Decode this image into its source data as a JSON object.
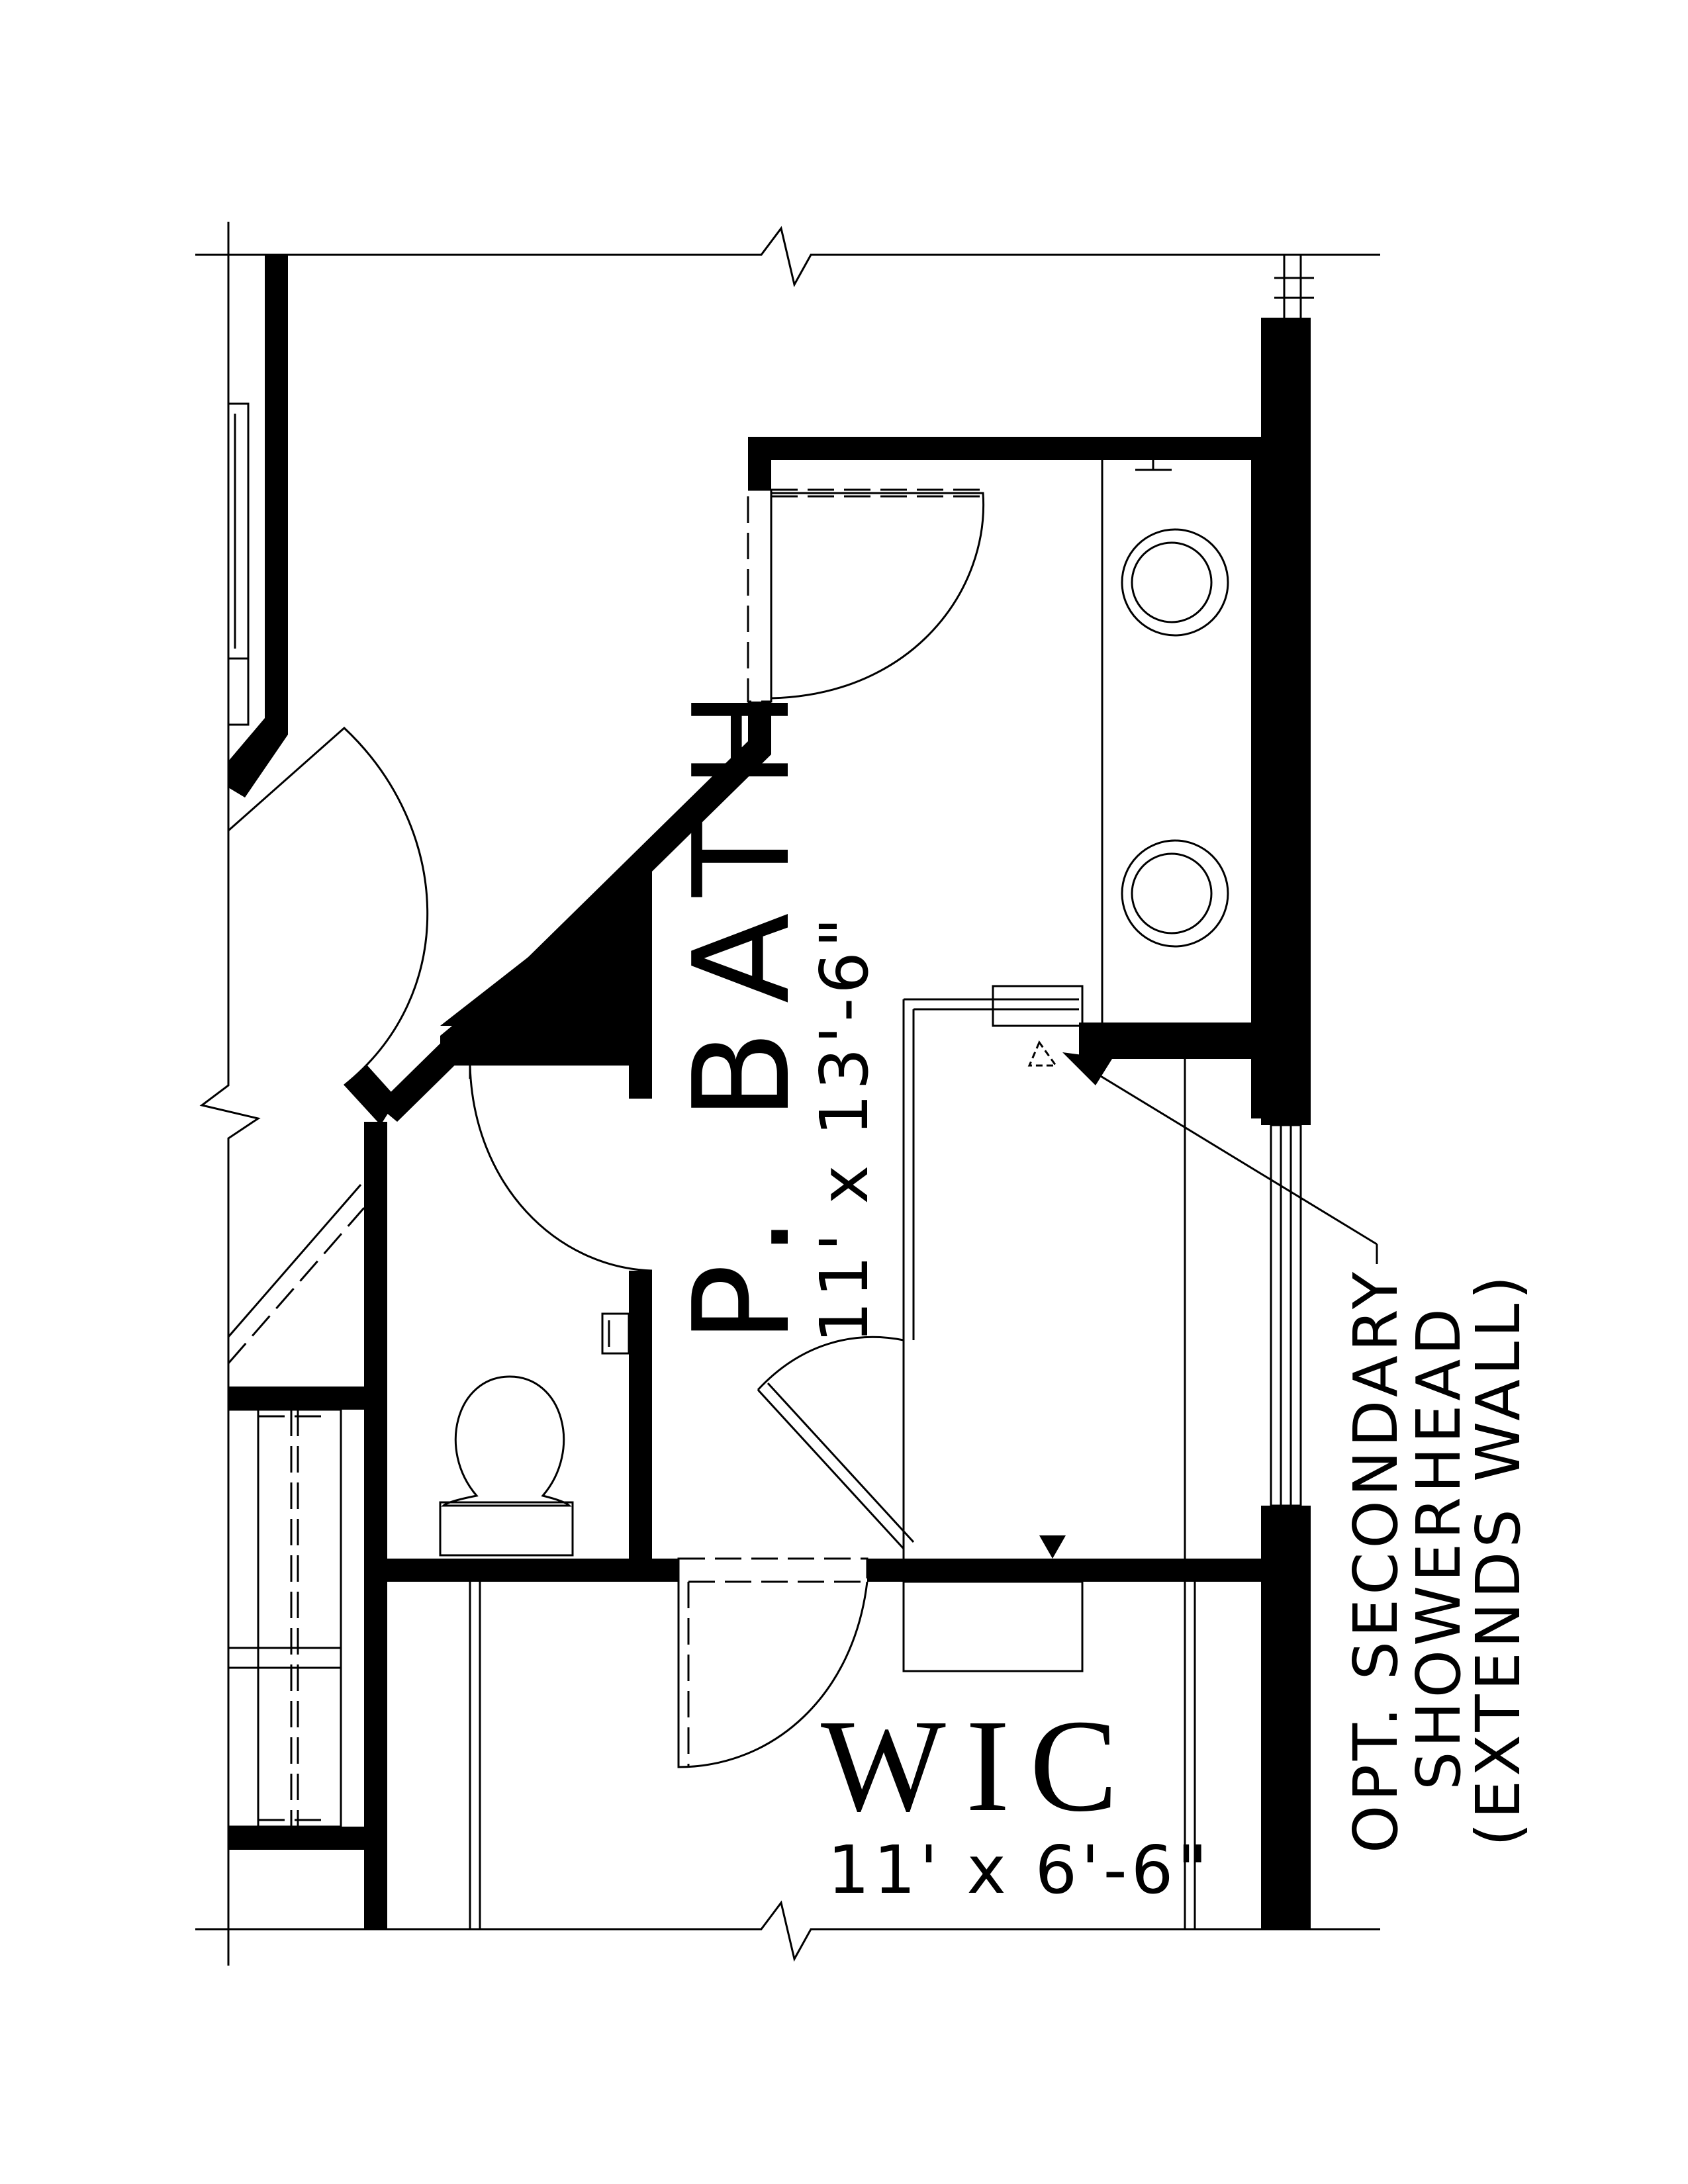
{
  "rooms": {
    "bath": {
      "name": "P. BATH",
      "dimensions": "11' x 13'-6\""
    },
    "wic": {
      "name": "WIC",
      "dimensions": "11' x 6'-6\""
    }
  },
  "note": {
    "line1": "OPT. SECONDARY",
    "line2": "SHOWERHEAD",
    "line3": "(EXTENDS WALL)"
  },
  "colors": {
    "wall": "#000000",
    "line": "#000000",
    "background": "#ffffff"
  },
  "icons": [
    "toilet-icon",
    "sink-icon",
    "showerhead-icon",
    "door-swing-icon"
  ]
}
